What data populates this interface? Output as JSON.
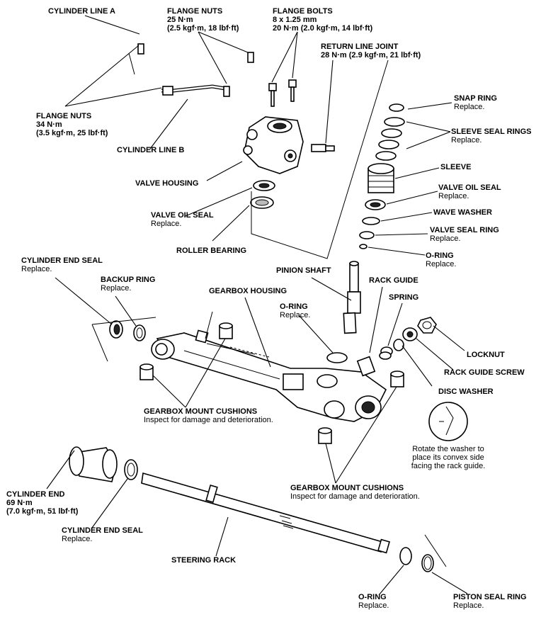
{
  "labels": {
    "cylinder_line_a": {
      "title": "CYLINDER LINE A"
    },
    "flange_nuts_top": {
      "title": "FLANGE NUTS",
      "spec1": "25 N·m",
      "spec2": "(2.5 kgf·m, 18 lbf·ft)"
    },
    "flange_bolts": {
      "title": "FLANGE BOLTS",
      "spec1": "8 x 1.25 mm",
      "spec2": "20 N·m (2.0 kgf·m, 14 lbf·ft)"
    },
    "return_line_joint": {
      "title": "RETURN LINE JOINT",
      "spec1": "28 N·m (2.9 kgf·m, 21 lbf·ft)"
    },
    "snap_ring": {
      "title": "SNAP RING",
      "note": "Replace."
    },
    "sleeve_seal_rings": {
      "title": "SLEEVE SEAL RINGS",
      "note": "Replace."
    },
    "sleeve": {
      "title": "SLEEVE"
    },
    "valve_oil_seal_right": {
      "title": "VALVE OIL SEAL",
      "note": "Replace."
    },
    "wave_washer": {
      "title": "WAVE WASHER"
    },
    "valve_seal_ring": {
      "title": "VALVE SEAL RING",
      "note": "Replace."
    },
    "o_ring_right": {
      "title": "O-RING",
      "note": "Replace."
    },
    "flange_nuts_left": {
      "title": "FLANGE NUTS",
      "spec1": "34 N·m",
      "spec2": "(3.5 kgf·m, 25 lbf·ft)"
    },
    "cylinder_line_b": {
      "title": "CYLINDER LINE B"
    },
    "valve_housing": {
      "title": "VALVE HOUSING"
    },
    "valve_oil_seal_left": {
      "title": "VALVE OIL SEAL",
      "note": "Replace."
    },
    "roller_bearing": {
      "title": "ROLLER BEARING"
    },
    "cylinder_end_seal_top": {
      "title": "CYLINDER END SEAL",
      "note": "Replace."
    },
    "backup_ring": {
      "title": "BACKUP RING",
      "note": "Replace."
    },
    "gearbox_housing": {
      "title": "GEARBOX HOUSING"
    },
    "pinion_shaft": {
      "title": "PINION SHAFT"
    },
    "rack_guide": {
      "title": "RACK GUIDE"
    },
    "spring": {
      "title": "SPRING"
    },
    "o_ring_middle": {
      "title": "O-RING",
      "note": "Replace."
    },
    "locknut": {
      "title": "LOCKNUT"
    },
    "rack_guide_screw": {
      "title": "RACK GUIDE SCREW"
    },
    "disc_washer": {
      "title": "DISC WASHER"
    },
    "disc_washer_note": {
      "line1": "Rotate the washer to",
      "line2": "place its convex side",
      "line3": "facing the rack guide."
    },
    "gearbox_mount_cushions_left": {
      "title": "GEARBOX MOUNT CUSHIONS",
      "note": "Inspect for damage and deterioration."
    },
    "gearbox_mount_cushions_right": {
      "title": "GEARBOX MOUNT CUSHIONS",
      "note": "Inspect for damage and deterioration."
    },
    "cylinder_end": {
      "title": "CYLINDER END",
      "spec1": "69 N·m",
      "spec2": "(7.0 kgf·m, 51 lbf·ft)"
    },
    "cylinder_end_seal_bottom": {
      "title": "CYLINDER END SEAL",
      "note": "Replace."
    },
    "steering_rack": {
      "title": "STEERING RACK"
    },
    "o_ring_bottom": {
      "title": "O-RING",
      "note": "Replace."
    },
    "piston_seal_ring": {
      "title": "PISTON SEAL RING",
      "note": "Replace."
    }
  }
}
